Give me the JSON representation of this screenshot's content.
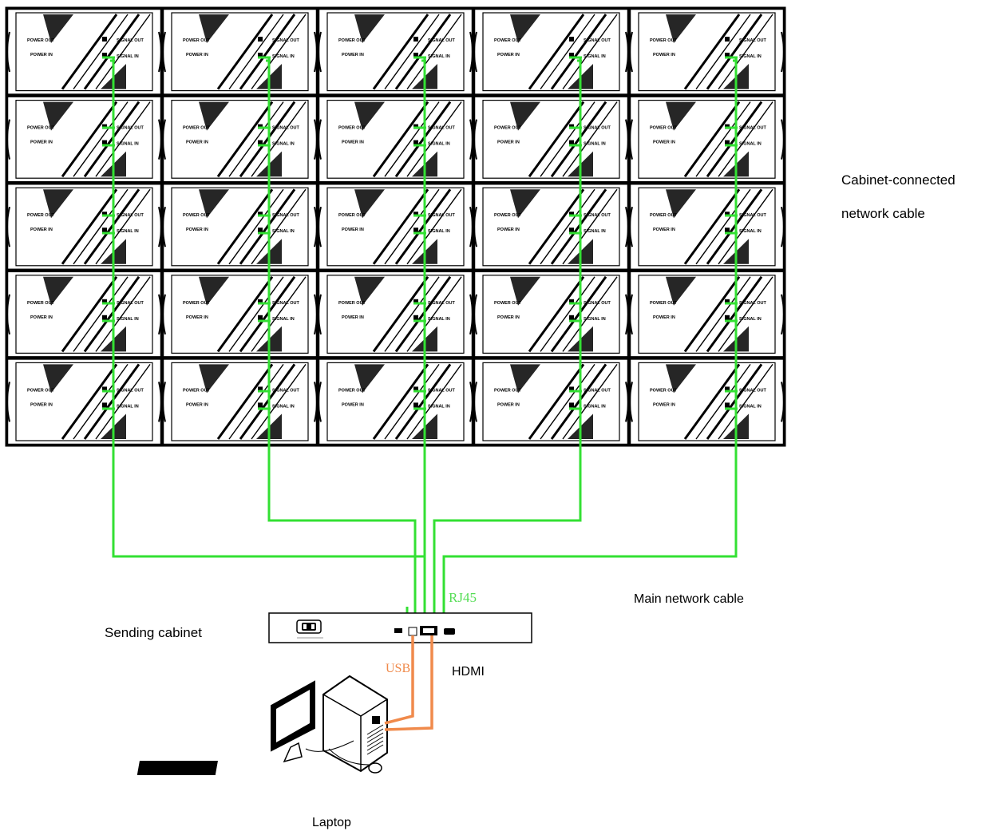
{
  "colors": {
    "network_cable": "#33e033",
    "usb_hdmi_cable": "#f08a4b",
    "outline": "#000000",
    "rj45_text": "#55dd55",
    "usb_text": "#f08a4b"
  },
  "cabinet_grid": {
    "rows": 5,
    "columns": 5,
    "panel_text": {
      "power_out": "POWER OUT",
      "power_in": "POWER IN",
      "signal_out": "SIGNAL OUT",
      "signal_in": "SIGNAL IN"
    }
  },
  "labels": {
    "cabinet_cable_line1": "Cabinet-connected",
    "cabinet_cable_line2": "network cable",
    "main_cable": "Main network cable",
    "sending_cabinet": "Sending cabinet",
    "hdmi": "HDMI",
    "laptop": "Laptop",
    "rj45": "RJ45",
    "usb": "USB"
  },
  "icons": {
    "sending_box": "sending-box-icon",
    "computer": "desktop-computer-icon",
    "monitor": "monitor-icon",
    "keyboard": "keyboard-icon",
    "mouse": "mouse-icon"
  }
}
